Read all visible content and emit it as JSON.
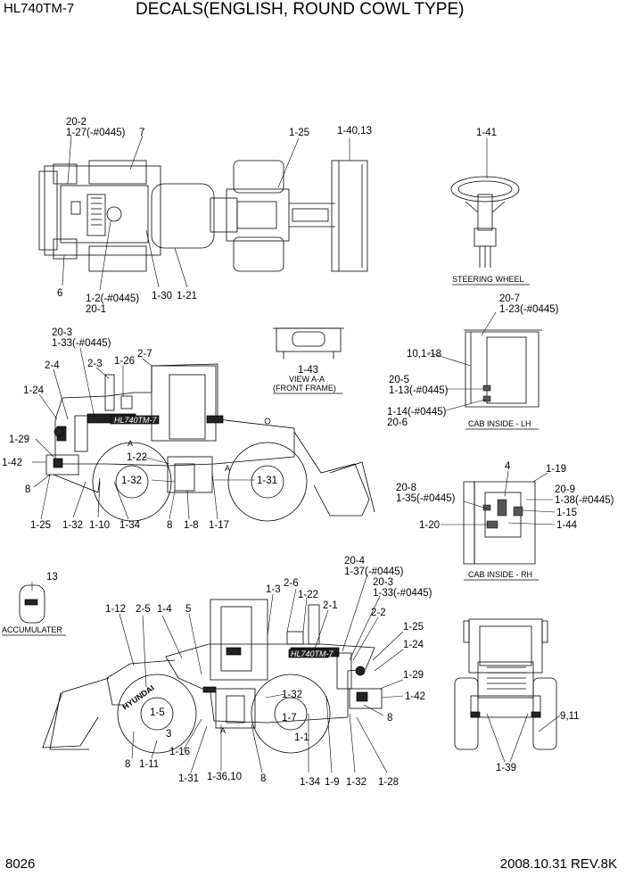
{
  "header": {
    "model": "HL740TM-7",
    "title": "DECALS(ENGLISH, ROUND COWL TYPE)"
  },
  "footer": {
    "page_number": "8026",
    "date_rev": "2008.10.31  REV.8K"
  },
  "views": {
    "steering_wheel": "STEERING WHEEL",
    "view_a": [
      "VIEW A-A",
      "(FRONT FRAME)"
    ],
    "cab_lh": "CAB INSIDE - LH",
    "cab_rh": "CAB INSIDE - RH",
    "accumulator": "ACCUMULATER",
    "machine_decal": "HL740TM-7",
    "brand": "HYUNDAI"
  },
  "callouts": [
    {
      "id": "c1",
      "text": "20-2"
    },
    {
      "id": "c2",
      "text": "1-27(-#0445)"
    },
    {
      "id": "c3",
      "text": "7"
    },
    {
      "id": "c4",
      "text": "1-25"
    },
    {
      "id": "c5",
      "text": "1-40,13"
    },
    {
      "id": "c6",
      "text": "1-41"
    },
    {
      "id": "c7",
      "text": "6"
    },
    {
      "id": "c8",
      "text": "1-2(-#0445)"
    },
    {
      "id": "c9",
      "text": "20-1"
    },
    {
      "id": "c10",
      "text": "1-30"
    },
    {
      "id": "c11",
      "text": "1-21"
    },
    {
      "id": "c12",
      "text": "20-7"
    },
    {
      "id": "c13",
      "text": "1-23(-#0445)"
    },
    {
      "id": "c14",
      "text": "20-3"
    },
    {
      "id": "c15",
      "text": "1-33(-#0445)"
    },
    {
      "id": "c16",
      "text": "10,1-18"
    },
    {
      "id": "c17",
      "text": "2-4"
    },
    {
      "id": "c18",
      "text": "2-3"
    },
    {
      "id": "c19",
      "text": "1-26"
    },
    {
      "id": "c20",
      "text": "2-7"
    },
    {
      "id": "c21",
      "text": "1-43"
    },
    {
      "id": "c22",
      "text": "20-5"
    },
    {
      "id": "c23",
      "text": "1-13(-#0445)"
    },
    {
      "id": "c24",
      "text": "1-24"
    },
    {
      "id": "c25",
      "text": "1-14(-#0445)"
    },
    {
      "id": "c26",
      "text": "20-6"
    },
    {
      "id": "c27",
      "text": "1-29"
    },
    {
      "id": "c28",
      "text": "1-42"
    },
    {
      "id": "c29",
      "text": "1-22"
    },
    {
      "id": "c30",
      "text": "4"
    },
    {
      "id": "c31",
      "text": "1-19"
    },
    {
      "id": "c32",
      "text": "8"
    },
    {
      "id": "c33",
      "text": "1-32"
    },
    {
      "id": "c34",
      "text": "1-31"
    },
    {
      "id": "c35",
      "text": "20-8"
    },
    {
      "id": "c36",
      "text": "1-35(-#0445)"
    },
    {
      "id": "c37",
      "text": "20-9"
    },
    {
      "id": "c38",
      "text": "1-38(-#0445)"
    },
    {
      "id": "c39",
      "text": "1-15"
    },
    {
      "id": "c40",
      "text": "1-25"
    },
    {
      "id": "c41",
      "text": "1-32"
    },
    {
      "id": "c42",
      "text": "1-10"
    },
    {
      "id": "c43",
      "text": "1-34"
    },
    {
      "id": "c44",
      "text": "8"
    },
    {
      "id": "c45",
      "text": "1-8"
    },
    {
      "id": "c46",
      "text": "1-17"
    },
    {
      "id": "c47",
      "text": "1-20"
    },
    {
      "id": "c48",
      "text": "1-44"
    },
    {
      "id": "c49",
      "text": "13"
    },
    {
      "id": "c50",
      "text": "20-4"
    },
    {
      "id": "c51",
      "text": "1-37(-#0445)"
    },
    {
      "id": "c52",
      "text": "2-6"
    },
    {
      "id": "c53",
      "text": "20-3"
    },
    {
      "id": "c54",
      "text": "1-3"
    },
    {
      "id": "c55",
      "text": "1-22"
    },
    {
      "id": "c56",
      "text": "1-33(-#0445)"
    },
    {
      "id": "c57",
      "text": "1-12"
    },
    {
      "id": "c58",
      "text": "2-5"
    },
    {
      "id": "c59",
      "text": "1-4"
    },
    {
      "id": "c60",
      "text": "5"
    },
    {
      "id": "c61",
      "text": "2-1"
    },
    {
      "id": "c62",
      "text": "2-2"
    },
    {
      "id": "c63",
      "text": "1-25"
    },
    {
      "id": "c64",
      "text": "1-24"
    },
    {
      "id": "c65",
      "text": "1-29"
    },
    {
      "id": "c66",
      "text": "1-32"
    },
    {
      "id": "c67",
      "text": "1-42"
    },
    {
      "id": "c68",
      "text": "1-5"
    },
    {
      "id": "c69",
      "text": "1-7"
    },
    {
      "id": "c70",
      "text": "3"
    },
    {
      "id": "c71",
      "text": "8"
    },
    {
      "id": "c72",
      "text": "1-1"
    },
    {
      "id": "c73",
      "text": "9,11"
    },
    {
      "id": "c74",
      "text": "1-16"
    },
    {
      "id": "c75",
      "text": "8"
    },
    {
      "id": "c76",
      "text": "1-11"
    },
    {
      "id": "c77",
      "text": "1-31"
    },
    {
      "id": "c78",
      "text": "1-36,10"
    },
    {
      "id": "c79",
      "text": "8"
    },
    {
      "id": "c80",
      "text": "1-34"
    },
    {
      "id": "c81",
      "text": "1-9"
    },
    {
      "id": "c82",
      "text": "1-32"
    },
    {
      "id": "c83",
      "text": "1-28"
    },
    {
      "id": "c84",
      "text": "1-39"
    },
    {
      "id": "c85",
      "text": "A"
    },
    {
      "id": "c86",
      "text": "A"
    },
    {
      "id": "c87",
      "text": "A"
    }
  ]
}
